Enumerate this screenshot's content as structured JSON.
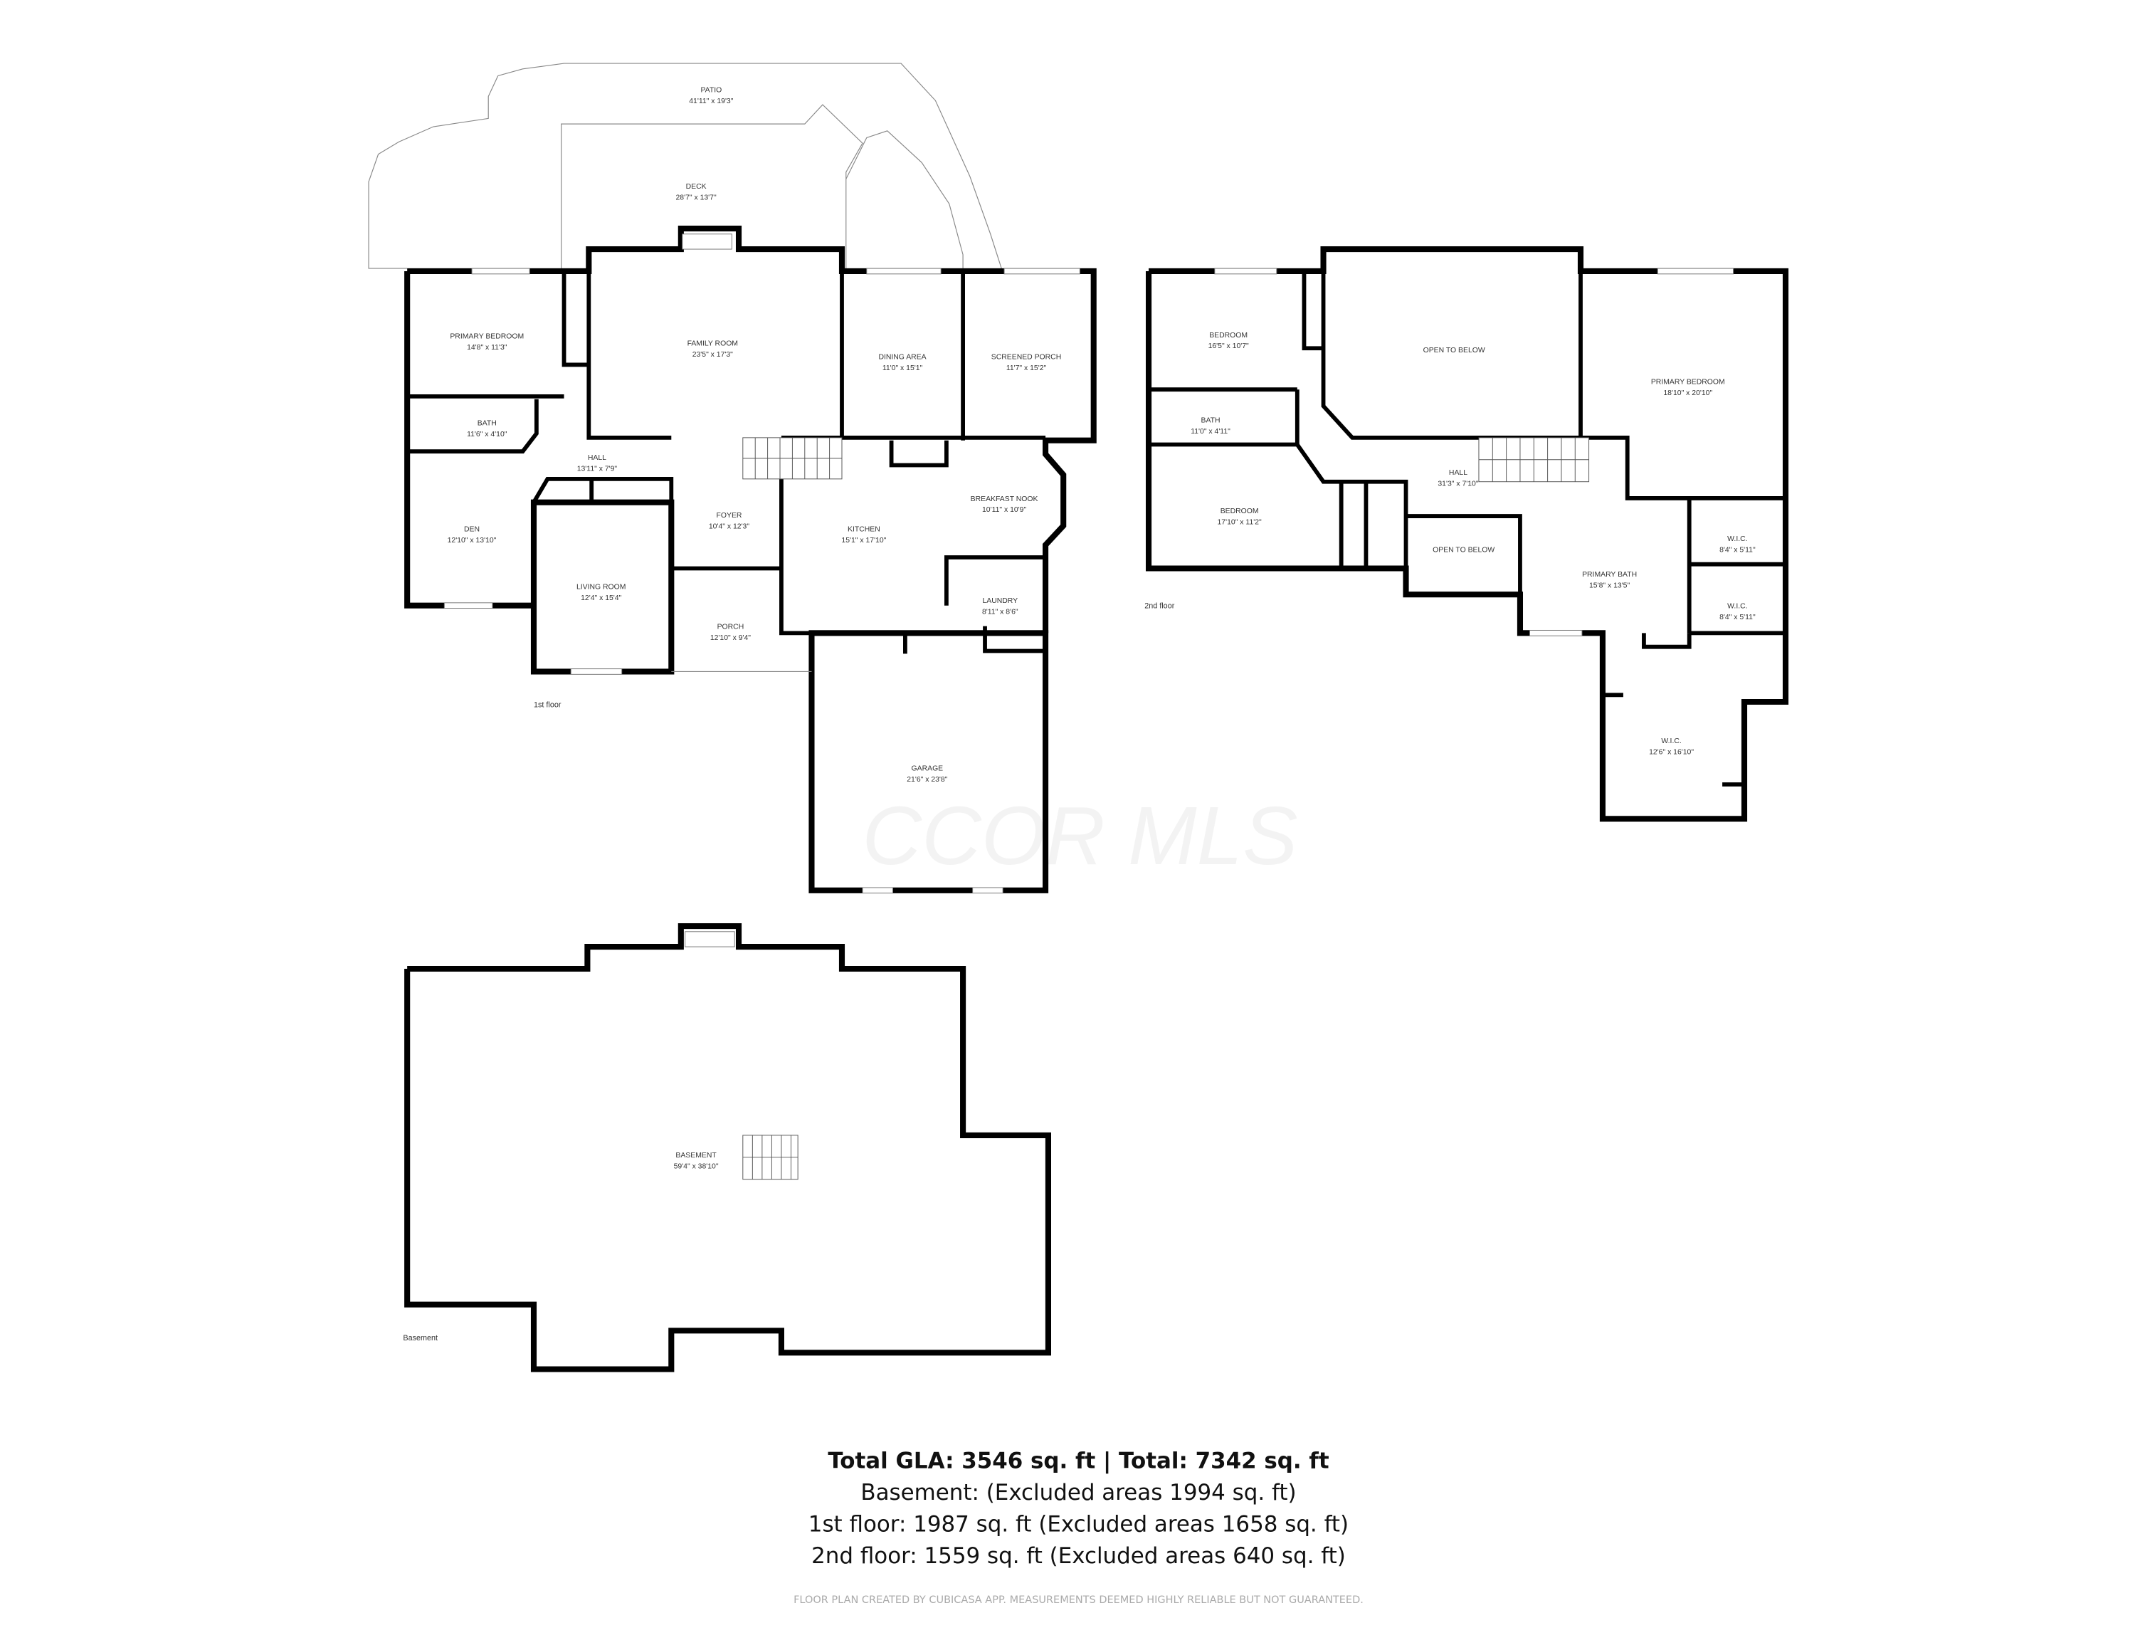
{
  "watermark": "CCOR MLS",
  "first_floor": {
    "label": "1st floor",
    "rooms": [
      {
        "name": "PATIO",
        "size": "41'11\" x 19'3\""
      },
      {
        "name": "DECK",
        "size": "28'7\" x 13'7\""
      },
      {
        "name": "PRIMARY BEDROOM",
        "size": "14'8\" x 11'3\""
      },
      {
        "name": "FAMILY ROOM",
        "size": "23'5\" x 17'3\""
      },
      {
        "name": "DINING AREA",
        "size": "11'0\" x 15'1\""
      },
      {
        "name": "SCREENED PORCH",
        "size": "11'7\" x 15'2\""
      },
      {
        "name": "BATH",
        "size": "11'6\" x 4'10\""
      },
      {
        "name": "HALL",
        "size": "13'11\" x 7'9\""
      },
      {
        "name": "DEN",
        "size": "12'10\" x 13'10\""
      },
      {
        "name": "FOYER",
        "size": "10'4\" x 12'3\""
      },
      {
        "name": "BREAKFAST NOOK",
        "size": "10'11\" x 10'9\""
      },
      {
        "name": "KITCHEN",
        "size": "15'1\" x 17'10\""
      },
      {
        "name": "LIVING ROOM",
        "size": "12'4\" x 15'4\""
      },
      {
        "name": "LAUNDRY",
        "size": "8'11\" x 8'6\""
      },
      {
        "name": "PORCH",
        "size": "12'10\" x 9'4\""
      },
      {
        "name": "GARAGE",
        "size": "21'6\" x 23'8\""
      }
    ]
  },
  "second_floor": {
    "label": "2nd floor",
    "rooms": [
      {
        "name": "BEDROOM",
        "size": "16'5\" x 10'7\""
      },
      {
        "name": "OPEN TO BELOW",
        "size": ""
      },
      {
        "name": "PRIMARY BEDROOM",
        "size": "18'10\" x 20'10\""
      },
      {
        "name": "BATH",
        "size": "11'0\" x 4'11\""
      },
      {
        "name": "HALL",
        "size": "31'3\" x 7'10\""
      },
      {
        "name": "BEDROOM",
        "size": "17'10\" x 11'2\""
      },
      {
        "name": "OPEN TO BELOW",
        "size": ""
      },
      {
        "name": "PRIMARY BATH",
        "size": "15'8\" x 13'5\""
      },
      {
        "name": "W.I.C.",
        "size": "8'4\" x 5'11\""
      },
      {
        "name": "W.I.C.",
        "size": "8'4\" x 5'11\""
      },
      {
        "name": "W.I.C.",
        "size": "12'6\" x 16'10\""
      }
    ]
  },
  "basement": {
    "label": "Basement",
    "rooms": [
      {
        "name": "BASEMENT",
        "size": "59'4\" x 38'10\""
      }
    ]
  },
  "summary": {
    "total": "Total GLA: 3546 sq. ft | Total: 7342 sq. ft",
    "basement": "Basement: (Excluded areas 1994 sq. ft)",
    "first": "1st floor: 1987 sq. ft (Excluded areas 1658 sq. ft)",
    "second": "2nd floor: 1559 sq. ft (Excluded areas 640 sq. ft)",
    "disclaimer": "FLOOR PLAN CREATED BY CUBICASA APP. MEASUREMENTS DEEMED HIGHLY RELIABLE BUT NOT GUARANTEED."
  }
}
